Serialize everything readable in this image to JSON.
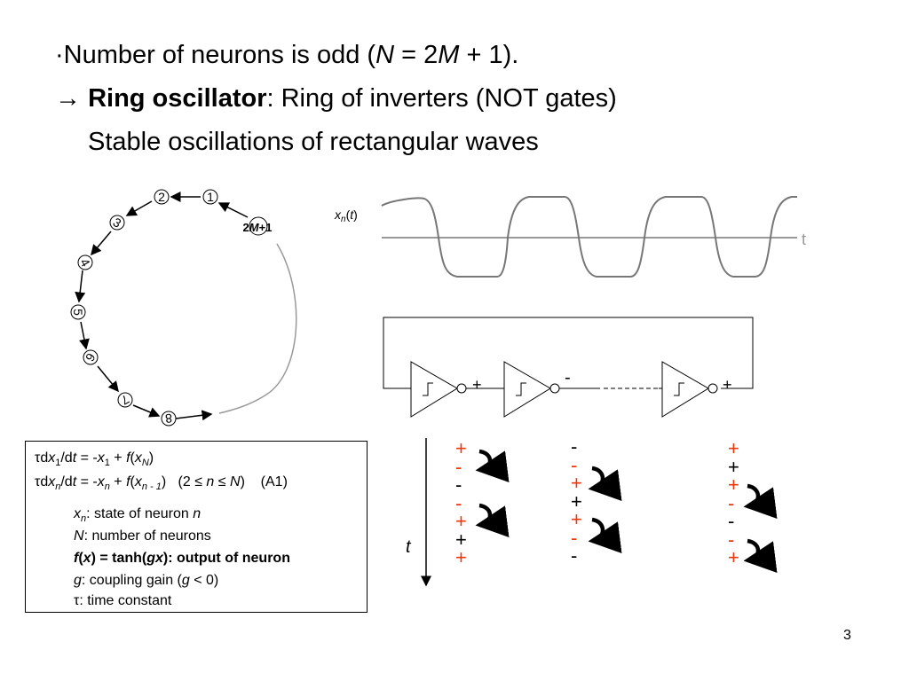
{
  "bullets": {
    "line1": {
      "bullet": "·",
      "text_before": "Number of neurons is odd (",
      "n_var": "N",
      "equals": " = 2",
      "m_var": "M",
      "text_after": " + 1)."
    },
    "line2": {
      "arrow": "→",
      "bold": "Ring oscillator",
      "rest": ": Ring of inverters (NOT gates)"
    },
    "line3": {
      "text": "Stable oscillations of rectangular waves"
    }
  },
  "ring": {
    "nodes": [
      "1",
      "2",
      "3",
      "4",
      "5",
      "6",
      "7",
      "8"
    ],
    "last_node": {
      "prefix": "2",
      "var": "M",
      "suffix": "+1"
    }
  },
  "waveform": {
    "ylabel_var": "x",
    "ylabel_sub": "n",
    "ylabel_arg": "t",
    "time_label": "t"
  },
  "inverters": {
    "signs": [
      "+",
      "-",
      "+"
    ]
  },
  "equations": {
    "eq1": {
      "a": "τd",
      "b": "x",
      "c": "1",
      "d": "/d",
      "e": "t",
      "f": " = -",
      "g": "x",
      "h": "1",
      "i": " + ",
      "j": "f",
      "k": "(",
      "l": "x",
      "m": "N",
      "n": ")"
    },
    "eq2": {
      "a": "τd",
      "b": "x",
      "c": "n",
      "d": "/d",
      "e": "t",
      "f": " = -",
      "g": "x",
      "h": "n",
      "i": " + ",
      "j": "f",
      "k": "(",
      "l": "x",
      "m": "n - 1",
      "n": ")",
      "cond": "   (2 ≤ ",
      "cond_n": "n",
      "cond_mid": " ≤ ",
      "cond_N": "N",
      "cond_end": ")",
      "tag": "    (A1)"
    },
    "def1": {
      "var": "x",
      "sub": "n",
      "text": ": state of neuron ",
      "var2": "n"
    },
    "def2": {
      "var": "N",
      "text": ": number of neurons"
    },
    "def3": {
      "f": "f",
      "open": "(",
      "x": "x",
      "mid": ") = tanh(",
      "gx": "gx",
      "end": "): output of neuron"
    },
    "def4": {
      "var": "g",
      "text": ": coupling gain (",
      "var2": "g",
      "end": " < 0)"
    },
    "def5": {
      "text": "τ: time constant"
    }
  },
  "sign_table": {
    "time_axis_label": "t",
    "col1": [
      "+",
      "-",
      "-",
      "-",
      "+",
      "+",
      "+"
    ],
    "col2": [
      "-",
      "-",
      "+",
      "+",
      "+",
      "-",
      "-"
    ],
    "col3": [
      "+",
      "+",
      "+",
      "-",
      "-",
      "-",
      "+"
    ],
    "colors": {
      "red": "#e8380d",
      "black": "#000000"
    }
  },
  "page_number": "3"
}
